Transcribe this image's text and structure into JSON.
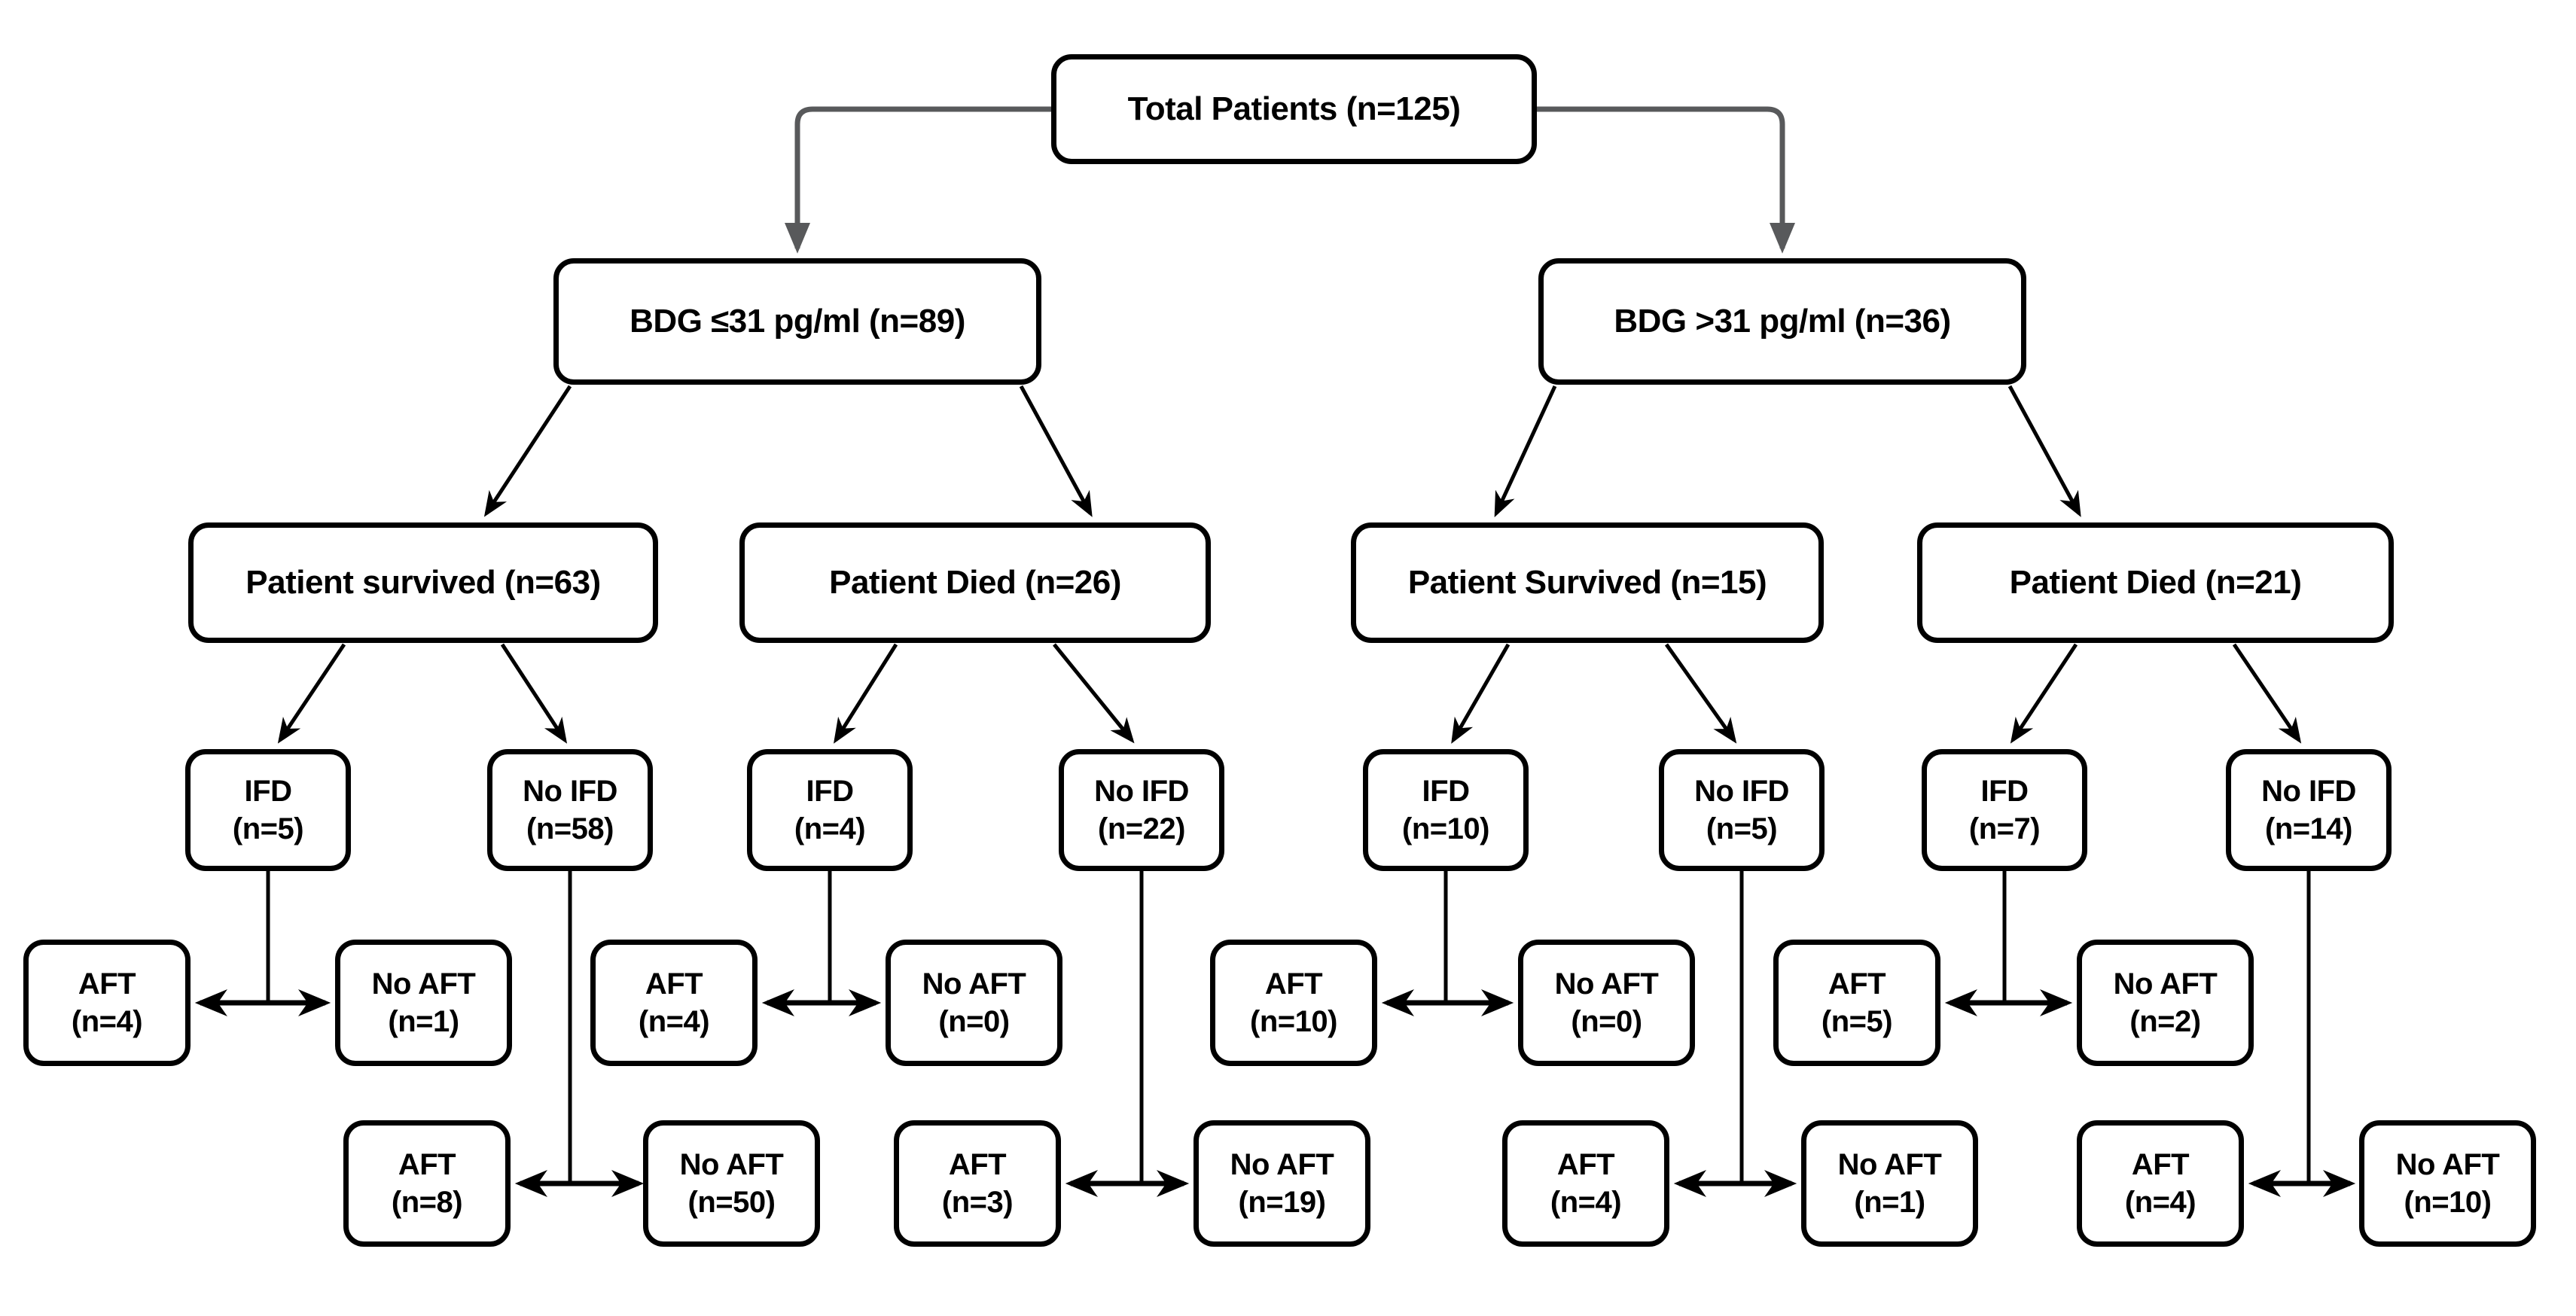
{
  "colors": {
    "connector_gray": "#58595b",
    "connector_black": "#000000",
    "box_border": "#000000",
    "box_fill": "#ffffff",
    "bg": "#ffffff",
    "text": "#000000"
  },
  "diagram": {
    "root": {
      "label": "Total Patients (n=125)"
    },
    "bdg": [
      {
        "label": "BDG ≤31 pg/ml (n=89)"
      },
      {
        "label": "BDG >31 pg/ml (n=36)"
      }
    ],
    "outcome": [
      {
        "label": "Patient survived (n=63)"
      },
      {
        "label": "Patient Died (n=26)"
      },
      {
        "label": "Patient Survived (n=15)"
      },
      {
        "label": "Patient Died (n=21)"
      }
    ],
    "ifd": [
      {
        "line1": "IFD",
        "line2": "(n=5)"
      },
      {
        "line1": "No IFD",
        "line2": "(n=58)"
      },
      {
        "line1": "IFD",
        "line2": "(n=4)"
      },
      {
        "line1": "No IFD",
        "line2": "(n=22)"
      },
      {
        "line1": "IFD",
        "line2": "(n=10)"
      },
      {
        "line1": "No IFD",
        "line2": "(n=5)"
      },
      {
        "line1": "IFD",
        "line2": "(n=7)"
      },
      {
        "line1": "No IFD",
        "line2": "(n=14)"
      }
    ],
    "aft_upper": [
      {
        "aft": {
          "line1": "AFT",
          "line2": "(n=4)"
        },
        "no_aft": {
          "line1": "No AFT",
          "line2": "(n=1)"
        }
      },
      {
        "aft": {
          "line1": "AFT",
          "line2": "(n=4)"
        },
        "no_aft": {
          "line1": "No AFT",
          "line2": "(n=0)"
        }
      },
      {
        "aft": {
          "line1": "AFT",
          "line2": "(n=10)"
        },
        "no_aft": {
          "line1": "No AFT",
          "line2": "(n=0)"
        }
      },
      {
        "aft": {
          "line1": "AFT",
          "line2": "(n=5)"
        },
        "no_aft": {
          "line1": "No AFT",
          "line2": "(n=2)"
        }
      }
    ],
    "aft_lower": [
      {
        "aft": {
          "line1": "AFT",
          "line2": "(n=8)"
        },
        "no_aft": {
          "line1": "No AFT",
          "line2": "(n=50)"
        }
      },
      {
        "aft": {
          "line1": "AFT",
          "line2": "(n=3)"
        },
        "no_aft": {
          "line1": "No AFT",
          "line2": "(n=19)"
        }
      },
      {
        "aft": {
          "line1": "AFT",
          "line2": "(n=4)"
        },
        "no_aft": {
          "line1": "No AFT",
          "line2": "(n=1)"
        }
      },
      {
        "aft": {
          "line1": "AFT",
          "line2": "(n=4)"
        },
        "no_aft": {
          "line1": "No AFT",
          "line2": "(n=10)"
        }
      }
    ]
  }
}
